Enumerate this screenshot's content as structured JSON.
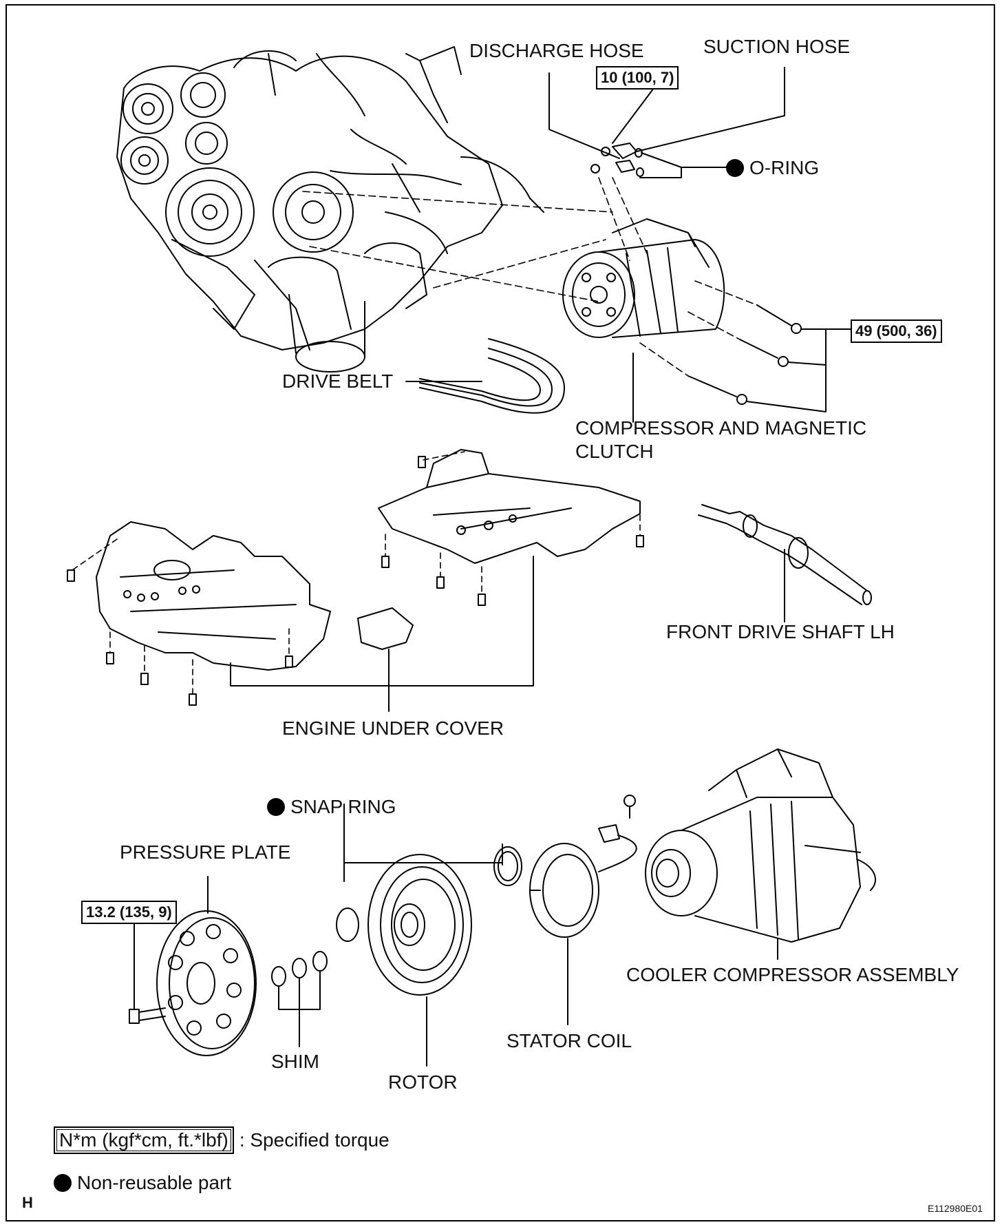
{
  "labels": {
    "discharge_hose": "DISCHARGE HOSE",
    "suction_hose": "SUCTION HOSE",
    "o_ring": "O-RING",
    "drive_belt": "DRIVE BELT",
    "compressor_clutch_line1": "COMPRESSOR AND MAGNETIC",
    "compressor_clutch_line2": "CLUTCH",
    "front_drive_shaft": "FRONT DRIVE SHAFT LH",
    "engine_under_cover": "ENGINE UNDER COVER",
    "snap_ring": "SNAP RING",
    "pressure_plate": "PRESSURE PLATE",
    "shim": "SHIM",
    "rotor": "ROTOR",
    "stator_coil": "STATOR COIL",
    "cooler_compressor": "COOLER COMPRESSOR ASSEMBLY"
  },
  "torques": {
    "hose_bolt": "10 (100, 7)",
    "compressor_bolt": "49 (500, 36)",
    "pressure_plate_bolt": "13.2 (135, 9)"
  },
  "legend": {
    "torque_box": "N*m (kgf*cm, ft.*lbf)",
    "torque_desc": ": Specified torque",
    "non_reusable": "Non-reusable part"
  },
  "corner_letter": "H",
  "figure_code": "E112980E01"
}
